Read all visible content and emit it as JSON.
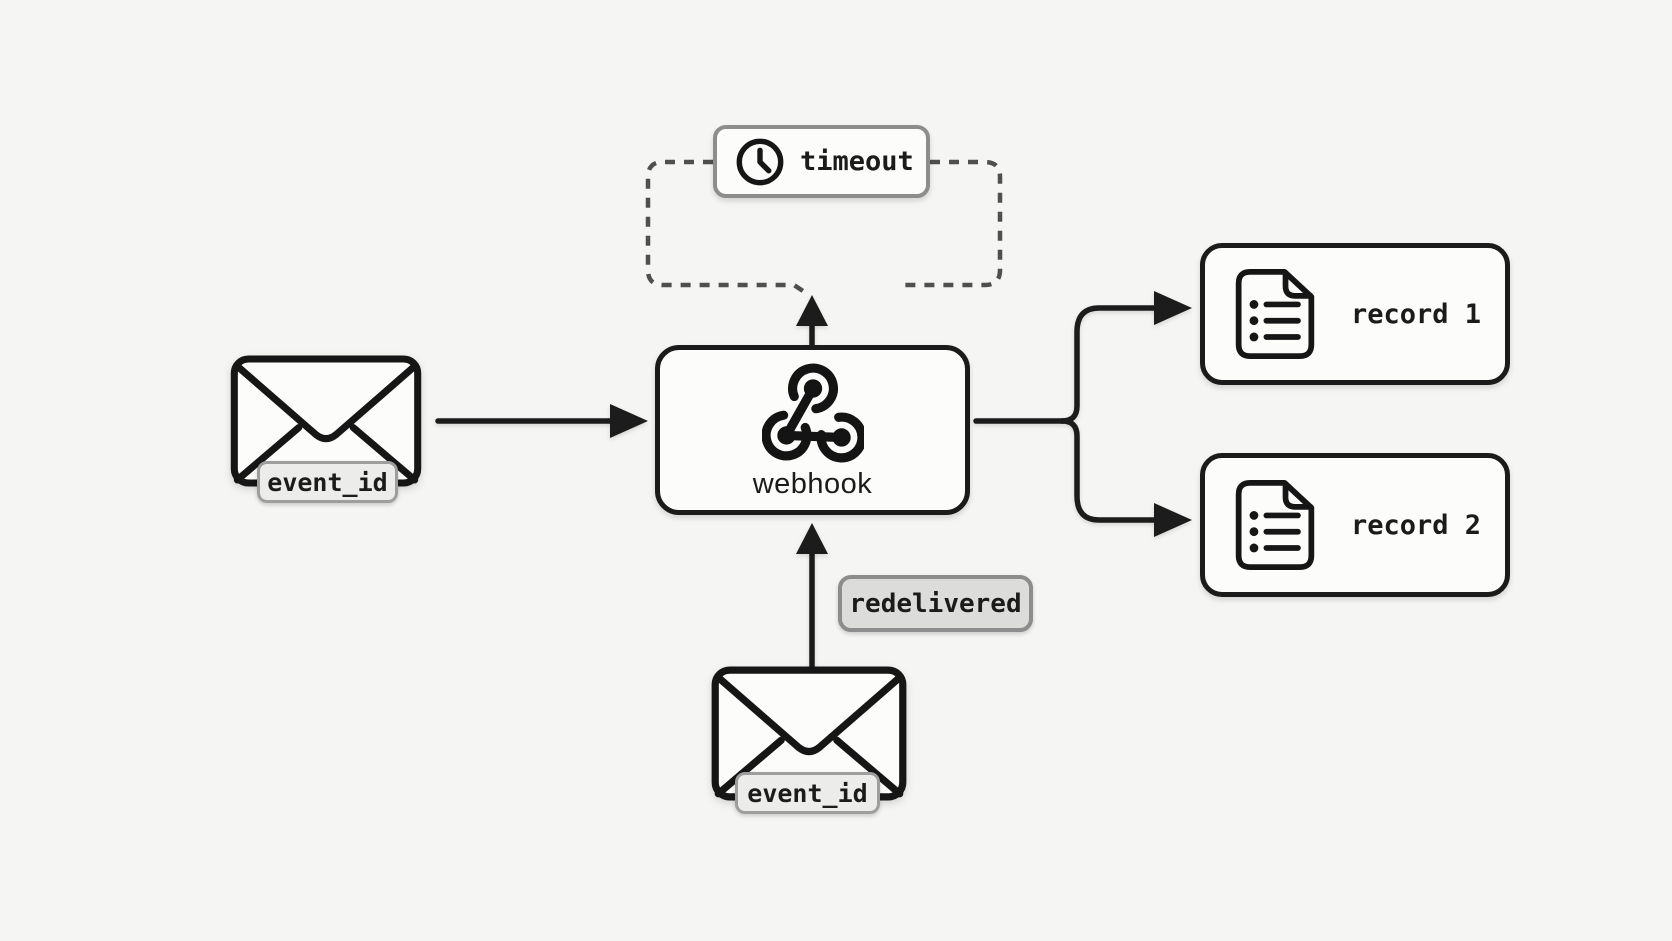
{
  "diagram": {
    "background_color": "#f5f5f3",
    "stroke_color": "#1c1c1c",
    "dashed_color": "#4f4f4f",
    "gray_border_color": "#8d8d8d",
    "badge_bg_color": "#ececea",
    "redelivered_bg_color": "#dcdcda",
    "nodes": {
      "timeout": {
        "label": "timeout",
        "icon": "clock-icon"
      },
      "webhook": {
        "label": "webhook",
        "icon": "webhook-icon"
      },
      "event_left": {
        "tag": "event_id",
        "icon": "envelope-icon"
      },
      "event_bottom": {
        "tag": "event_id",
        "icon": "envelope-icon"
      },
      "redelivered": {
        "label": "redelivered"
      },
      "record_1": {
        "label": "record 1",
        "icon": "document-icon"
      },
      "record_2": {
        "label": "record 2",
        "icon": "document-icon"
      }
    },
    "edges": [
      {
        "name": "event-left-to-webhook",
        "from": "event_left",
        "to": "webhook",
        "style": "solid-arrow"
      },
      {
        "name": "webhook-to-timeout-loop",
        "from": "webhook",
        "to": "timeout",
        "style": "dashed-loop-with-arrow"
      },
      {
        "name": "event-bottom-to-webhook",
        "from": "event_bottom",
        "to": "webhook",
        "style": "solid-arrow"
      },
      {
        "name": "webhook-to-record-1",
        "from": "webhook",
        "to": "record_1",
        "style": "solid-arrow"
      },
      {
        "name": "webhook-to-record-2",
        "from": "webhook",
        "to": "record_2",
        "style": "solid-arrow"
      }
    ]
  }
}
